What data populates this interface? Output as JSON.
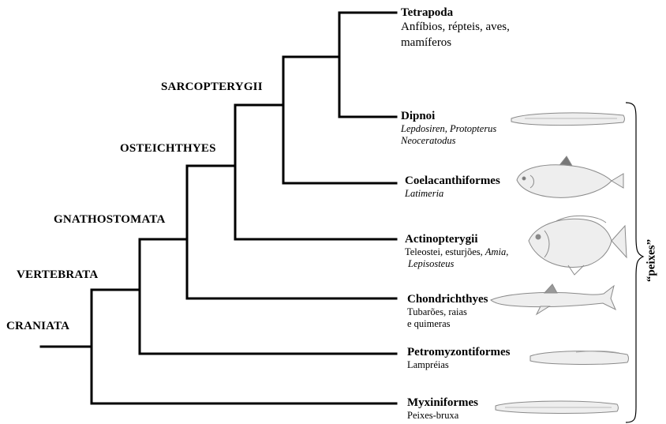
{
  "clades": {
    "craniata": "CRANIATA",
    "vertebrata": "VERTEBRATA",
    "gnathostomata": "GNATHOSTOMATA",
    "osteichthyes": "OSTEICHTHYES",
    "sarcopterygii": "SARCOPTERYGII"
  },
  "taxa": {
    "tetrapoda": {
      "name": "Tetrapoda",
      "desc_line1": "Anfíbios, répteis, aves,",
      "desc_line2": "mamíferos"
    },
    "dipnoi": {
      "name": "Dipnoi",
      "desc_line1": "Lepdosiren, Protopterus",
      "desc_line2": "Neoceratodus"
    },
    "coelacanthiformes": {
      "name": "Coelacanthiformes",
      "desc_line1": "Latimeria"
    },
    "actinopterygii": {
      "name": "Actinopterygii",
      "desc_line1_a": "Teleostei, esturjões, ",
      "desc_line1_b": "Amia,",
      "desc_line2": "Lepisosteus"
    },
    "chondrichthyes": {
      "name": "Chondrichthyes",
      "desc_line1": "Tubarões, raias",
      "desc_line2": "e quimeras"
    },
    "petromyzontiformes": {
      "name": "Petromyzontiformes",
      "desc_line1": "Lampréias"
    },
    "myxiniformes": {
      "name": "Myxiniformes",
      "desc_line1": "Peixes-bruxa"
    }
  },
  "group_bracket_label": "“peixes”",
  "colors": {
    "line": "#000000",
    "fish_outline": "#8a8a8a",
    "fish_fill": "#eeeeee"
  },
  "icons": [
    "eel-icon",
    "coelacanth-icon",
    "bony-fish-icon",
    "shark-icon",
    "lamprey-icon",
    "hagfish-icon"
  ]
}
